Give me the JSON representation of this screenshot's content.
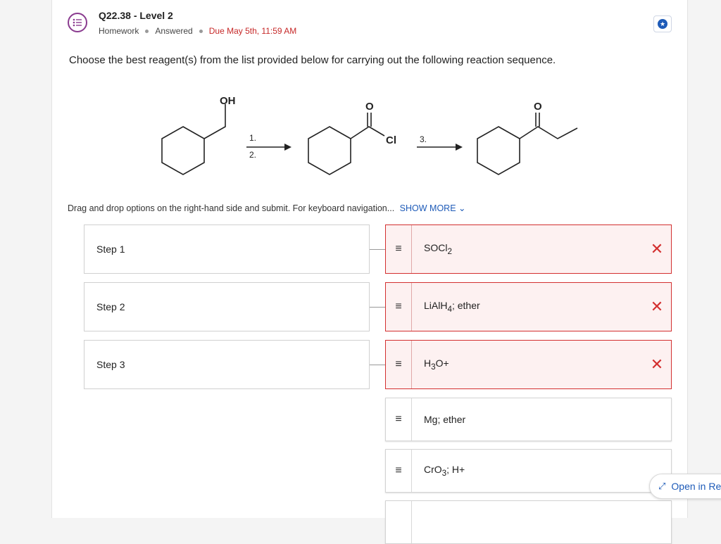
{
  "question": {
    "title": "Q22.38 - Level 2",
    "meta": {
      "type": "Homework",
      "status": "Answered",
      "due": "Due May 5th, 11:59 AM"
    },
    "prompt": "Choose the best reagent(s) from the list provided below for carrying out the following reaction sequence."
  },
  "scheme": {
    "oh_label": "OH",
    "o_label_1": "O",
    "cl_label": "Cl",
    "o_label_2": "O",
    "step1_label": "1.",
    "step2_label": "2.",
    "step3_label": "3."
  },
  "instructions": {
    "text": "Drag and drop options on the right-hand side and submit. For keyboard navigation...",
    "show_more": "SHOW MORE"
  },
  "steps": [
    {
      "label": "Step 1"
    },
    {
      "label": "Step 2"
    },
    {
      "label": "Step 3"
    }
  ],
  "placed_options": [
    {
      "reagent": "SOCl",
      "sub": "2",
      "tail": ""
    },
    {
      "reagent": "LiAlH",
      "sub": "4",
      "tail": "; ether"
    },
    {
      "reagent": "H",
      "sub": "3",
      "tail": "O+"
    }
  ],
  "bank_options": [
    {
      "reagent": "Mg; ether",
      "sub": "",
      "tail": ""
    },
    {
      "reagent": "CrO",
      "sub": "3",
      "tail": "; H+"
    }
  ],
  "open_button": {
    "label": "Open in Re"
  },
  "colors": {
    "accent": "#1e5bb8",
    "error": "#d32f2f",
    "icon": "#8a3b8f"
  }
}
